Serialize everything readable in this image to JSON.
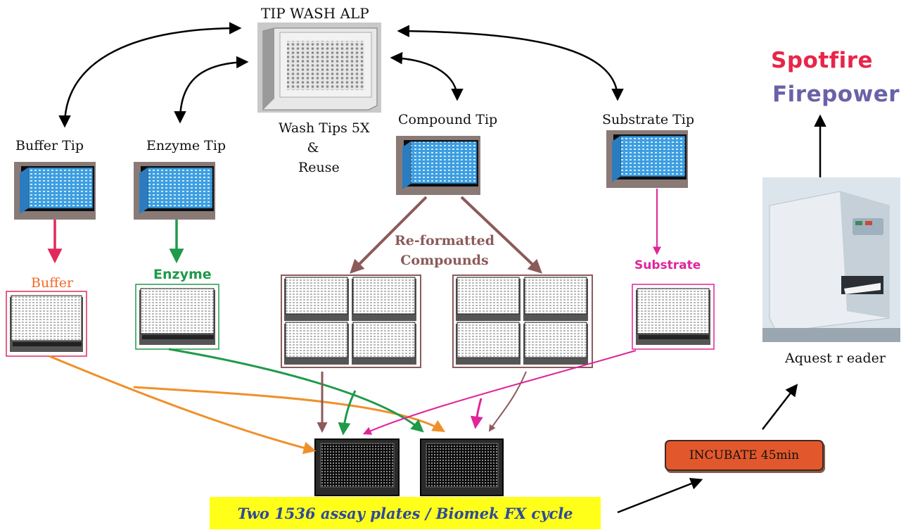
{
  "labels": {
    "tip_wash": "TIP WASH ALP",
    "wash_tips_1": "Wash Tips 5X",
    "wash_tips_2": "&",
    "wash_tips_3": "Reuse",
    "buffer_tip": "Buffer Tip",
    "enzyme_tip": "Enzyme Tip",
    "compound_tip": "Compound Tip",
    "substrate_tip": "Substrate Tip",
    "buffer": "Buffer",
    "enzyme": "Enzyme",
    "reformatted_1": "Re-formatted",
    "reformatted_2": "Compounds",
    "substrate": "Substrate",
    "reader": "Aquest r eader",
    "incubate": "INCUBATE 45min",
    "banner": "Two 1536 assay plates / Biomek FX cycle"
  },
  "brand": {
    "spotfire": "Spotfire",
    "firepower": "Firepower"
  },
  "colors": {
    "spotfire": "#e8254a",
    "firepower": "#6a62a8",
    "buffer_arrow": "#e2285a",
    "buffer_text": "#f06a2a",
    "enzyme": "#1f9a4a",
    "compound": "#8c5a5a",
    "substrate": "#e0249a",
    "buffer_flow": "#f0902a",
    "tip_box": "#3d9ee0",
    "banner_bg": "#ffff1a",
    "banner_text": "#2e4a9a",
    "incubate_bg": "#e2582c"
  },
  "icons": [
    "tip-wash-plate-icon",
    "tip-box-icon",
    "reservoir-plate-icon",
    "compound-plate-icon",
    "assay-plate-icon",
    "plate-reader-icon"
  ]
}
